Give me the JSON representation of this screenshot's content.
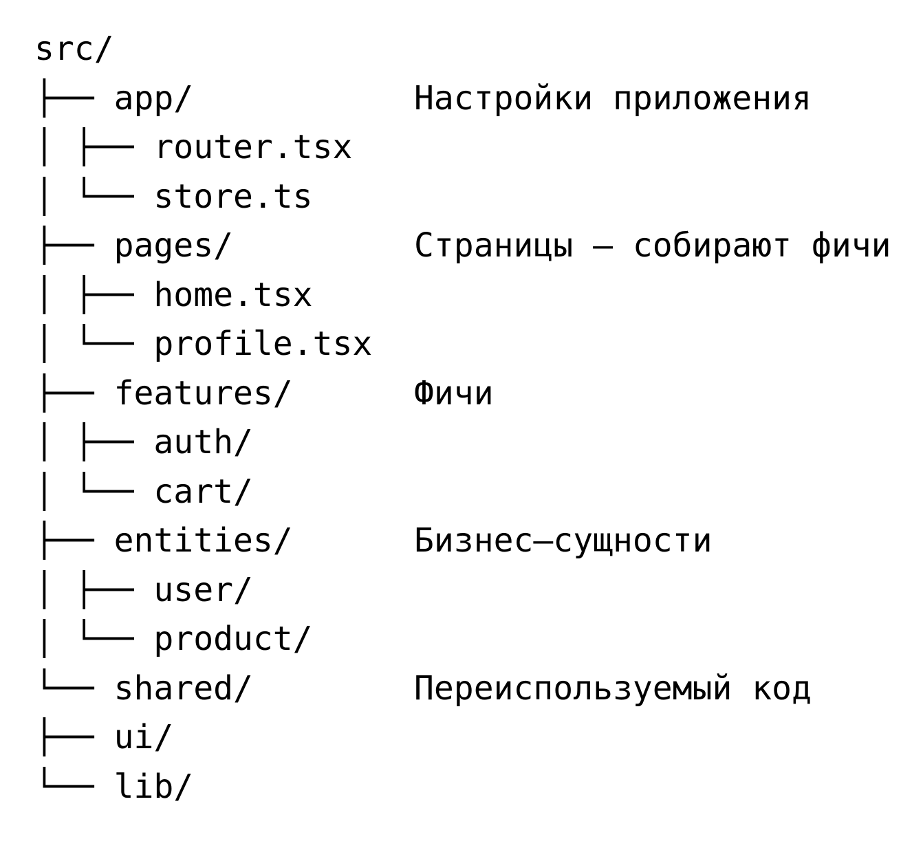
{
  "page": {
    "background": "#ffffff",
    "text_color": "#000000"
  },
  "tree": {
    "rows": [
      {
        "prefix": "",
        "name": "src/",
        "comment": ""
      },
      {
        "prefix": "├── ",
        "name": "app/",
        "comment": "Настройки приложения"
      },
      {
        "prefix": "│ ├── ",
        "name": "router.tsx",
        "comment": ""
      },
      {
        "prefix": "│ └── ",
        "name": "store.ts",
        "comment": ""
      },
      {
        "prefix": "├── ",
        "name": "pages/",
        "comment": "Страницы — собирают фичи"
      },
      {
        "prefix": "│ ├── ",
        "name": "home.tsx",
        "comment": ""
      },
      {
        "prefix": "│ └── ",
        "name": "profile.tsx",
        "comment": ""
      },
      {
        "prefix": "├── ",
        "name": "features/",
        "comment": "Фичи"
      },
      {
        "prefix": "│ ├── ",
        "name": "auth/",
        "comment": ""
      },
      {
        "prefix": "│ └── ",
        "name": "cart/",
        "comment": ""
      },
      {
        "prefix": "├── ",
        "name": "entities/",
        "comment": "Бизнес—сущности"
      },
      {
        "prefix": "│ ├── ",
        "name": "user/",
        "comment": ""
      },
      {
        "prefix": "│ └── ",
        "name": "product/",
        "comment": ""
      },
      {
        "prefix": "└── ",
        "name": "shared/",
        "comment": "Переиспользуемый код"
      },
      {
        "prefix": "├── ",
        "name": "ui/",
        "comment": ""
      },
      {
        "prefix": "└── ",
        "name": "lib/",
        "comment": ""
      }
    ]
  }
}
